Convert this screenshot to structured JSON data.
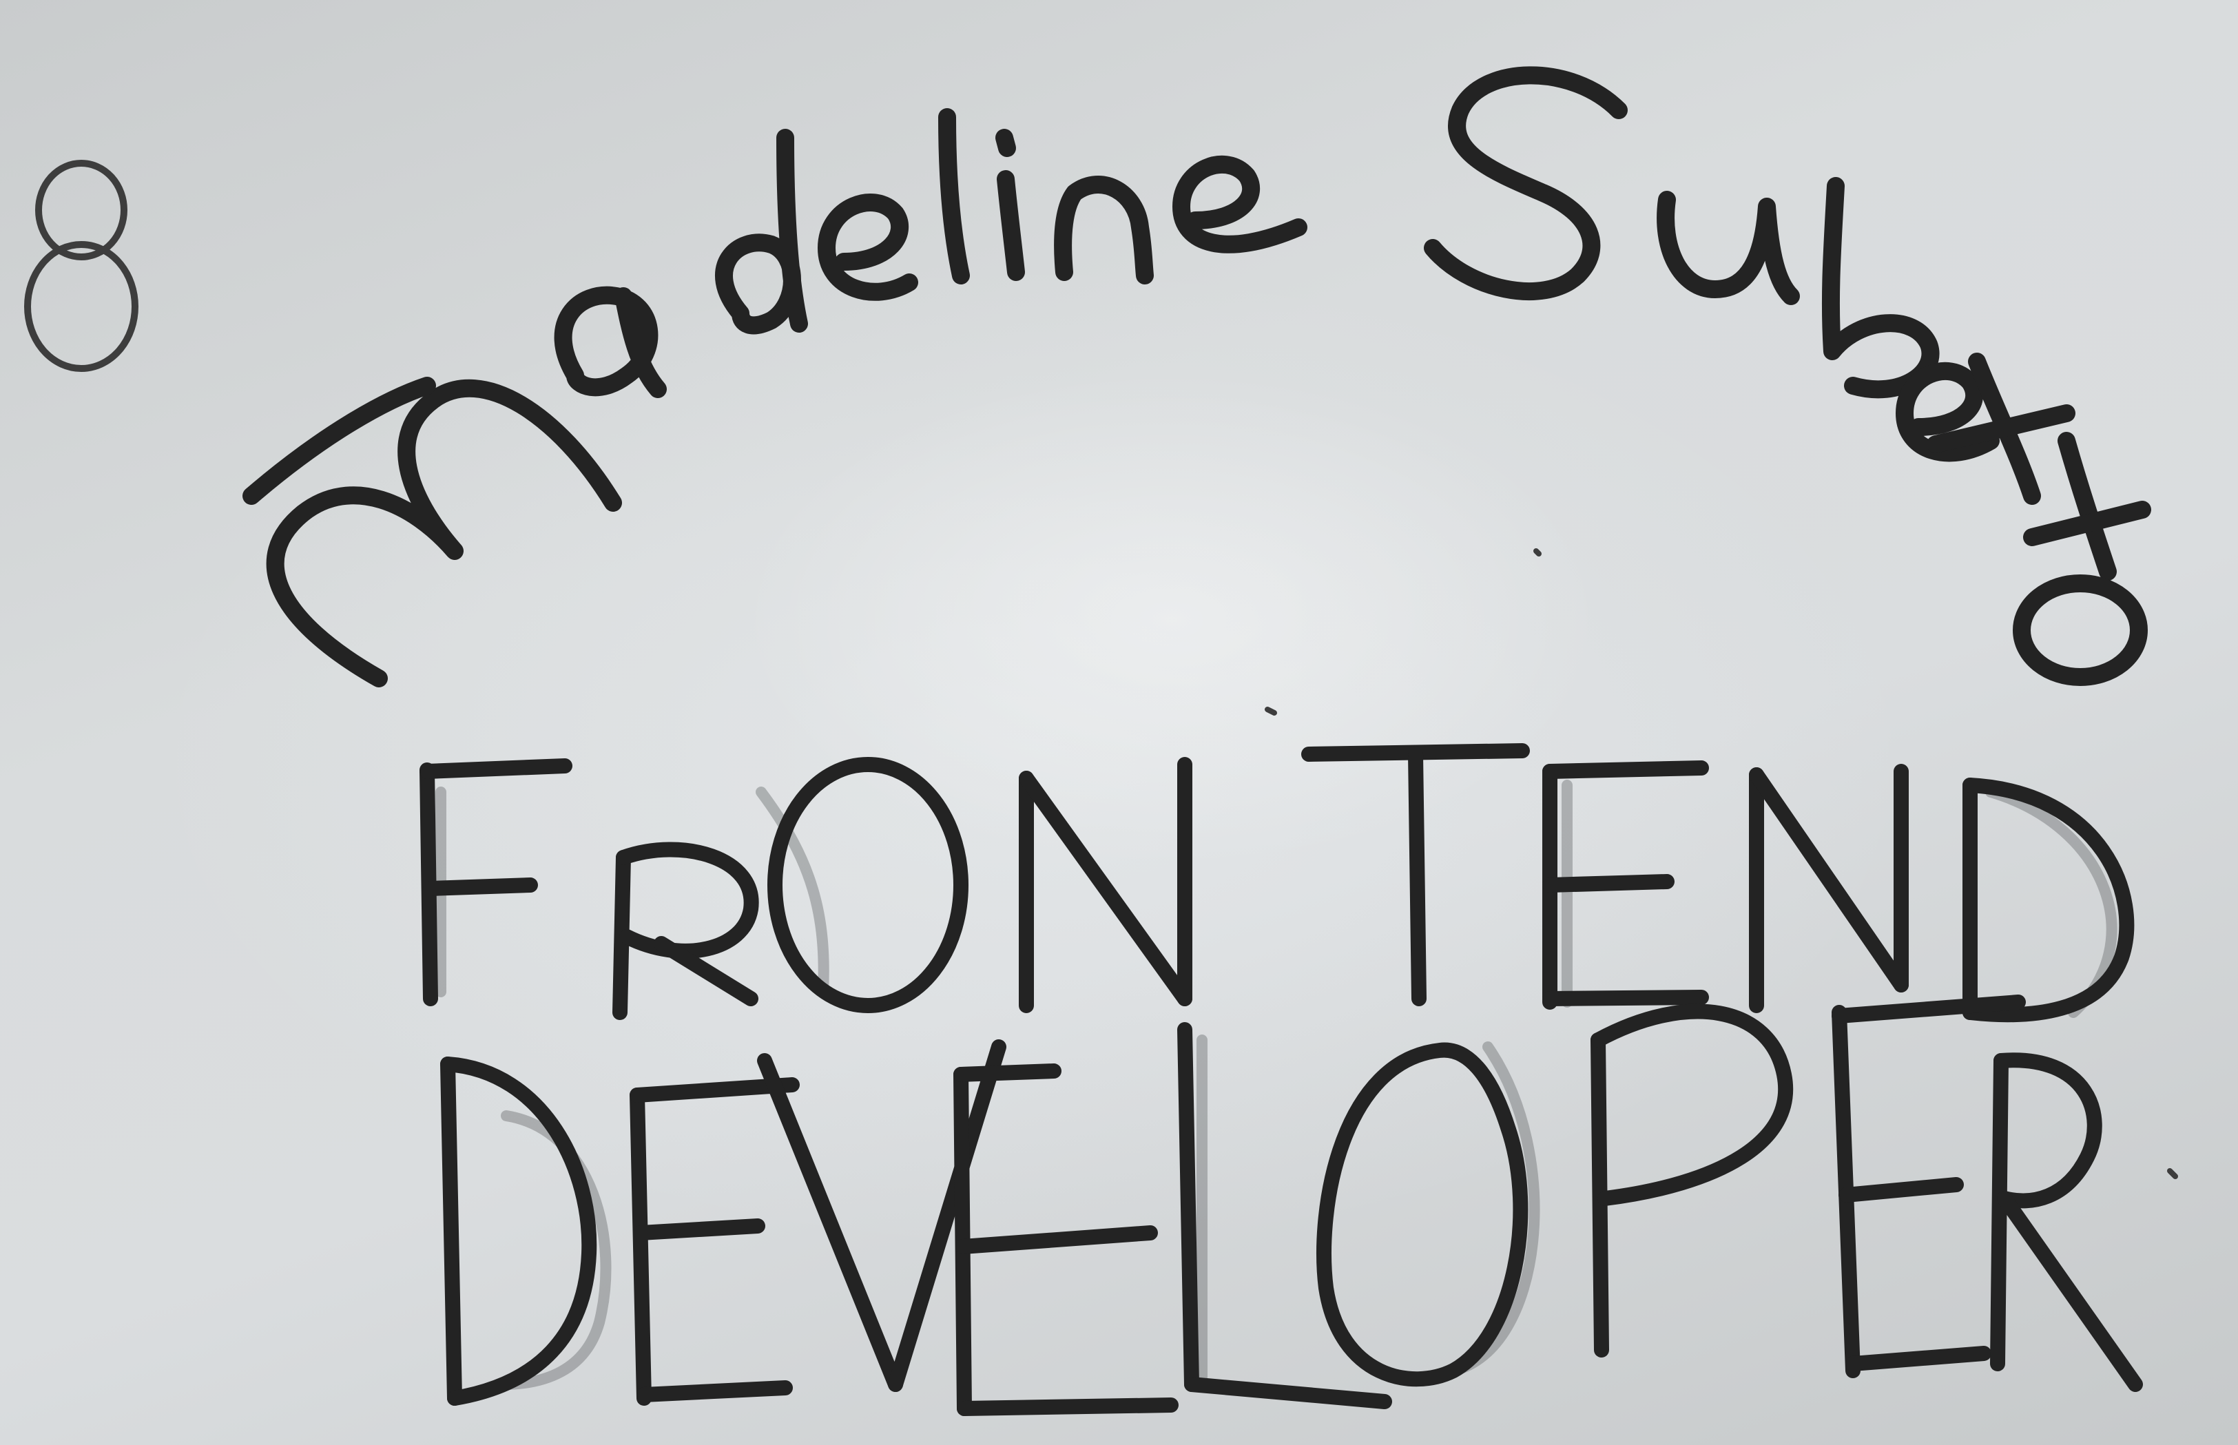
{
  "card": {
    "number": "8",
    "name": "Madeline Subetto",
    "title_line_1": "FRONTEND",
    "title_line_2": "DEVELOPER"
  },
  "colors": {
    "paper": "#d2d5d6",
    "ink": "#232323",
    "pencil": "#3d3d3d"
  }
}
